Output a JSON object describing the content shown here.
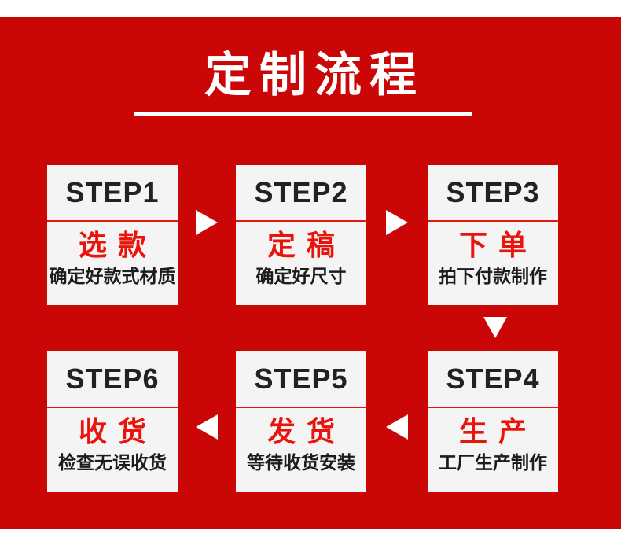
{
  "page": {
    "title": "定制流程",
    "colors": {
      "background_red": "#cb0606",
      "accent_red": "#e9150d",
      "card_background": "#f4f4f4",
      "title_text": "#ffffff",
      "dark_text": "#1c1c1c"
    }
  },
  "steps": [
    {
      "label": "STEP1",
      "word": "选款",
      "desc": "确定好款式材质"
    },
    {
      "label": "STEP2",
      "word": "定稿",
      "desc": "确定好尺寸"
    },
    {
      "label": "STEP3",
      "word": "下单",
      "desc": "拍下付款制作"
    },
    {
      "label": "STEP4",
      "word": "生产",
      "desc": "工厂生产制作"
    },
    {
      "label": "STEP5",
      "word": "发货",
      "desc": "等待收货安装"
    },
    {
      "label": "STEP6",
      "word": "收货",
      "desc": "检查无误收货"
    }
  ],
  "flow": {
    "arrows": [
      {
        "icon": "arrow-right-icon",
        "from": "STEP1",
        "to": "STEP2"
      },
      {
        "icon": "arrow-right-icon",
        "from": "STEP2",
        "to": "STEP3"
      },
      {
        "icon": "arrow-down-icon",
        "from": "STEP3",
        "to": "STEP4"
      },
      {
        "icon": "arrow-left-icon",
        "from": "STEP4",
        "to": "STEP5"
      },
      {
        "icon": "arrow-left-icon",
        "from": "STEP5",
        "to": "STEP6"
      }
    ]
  }
}
